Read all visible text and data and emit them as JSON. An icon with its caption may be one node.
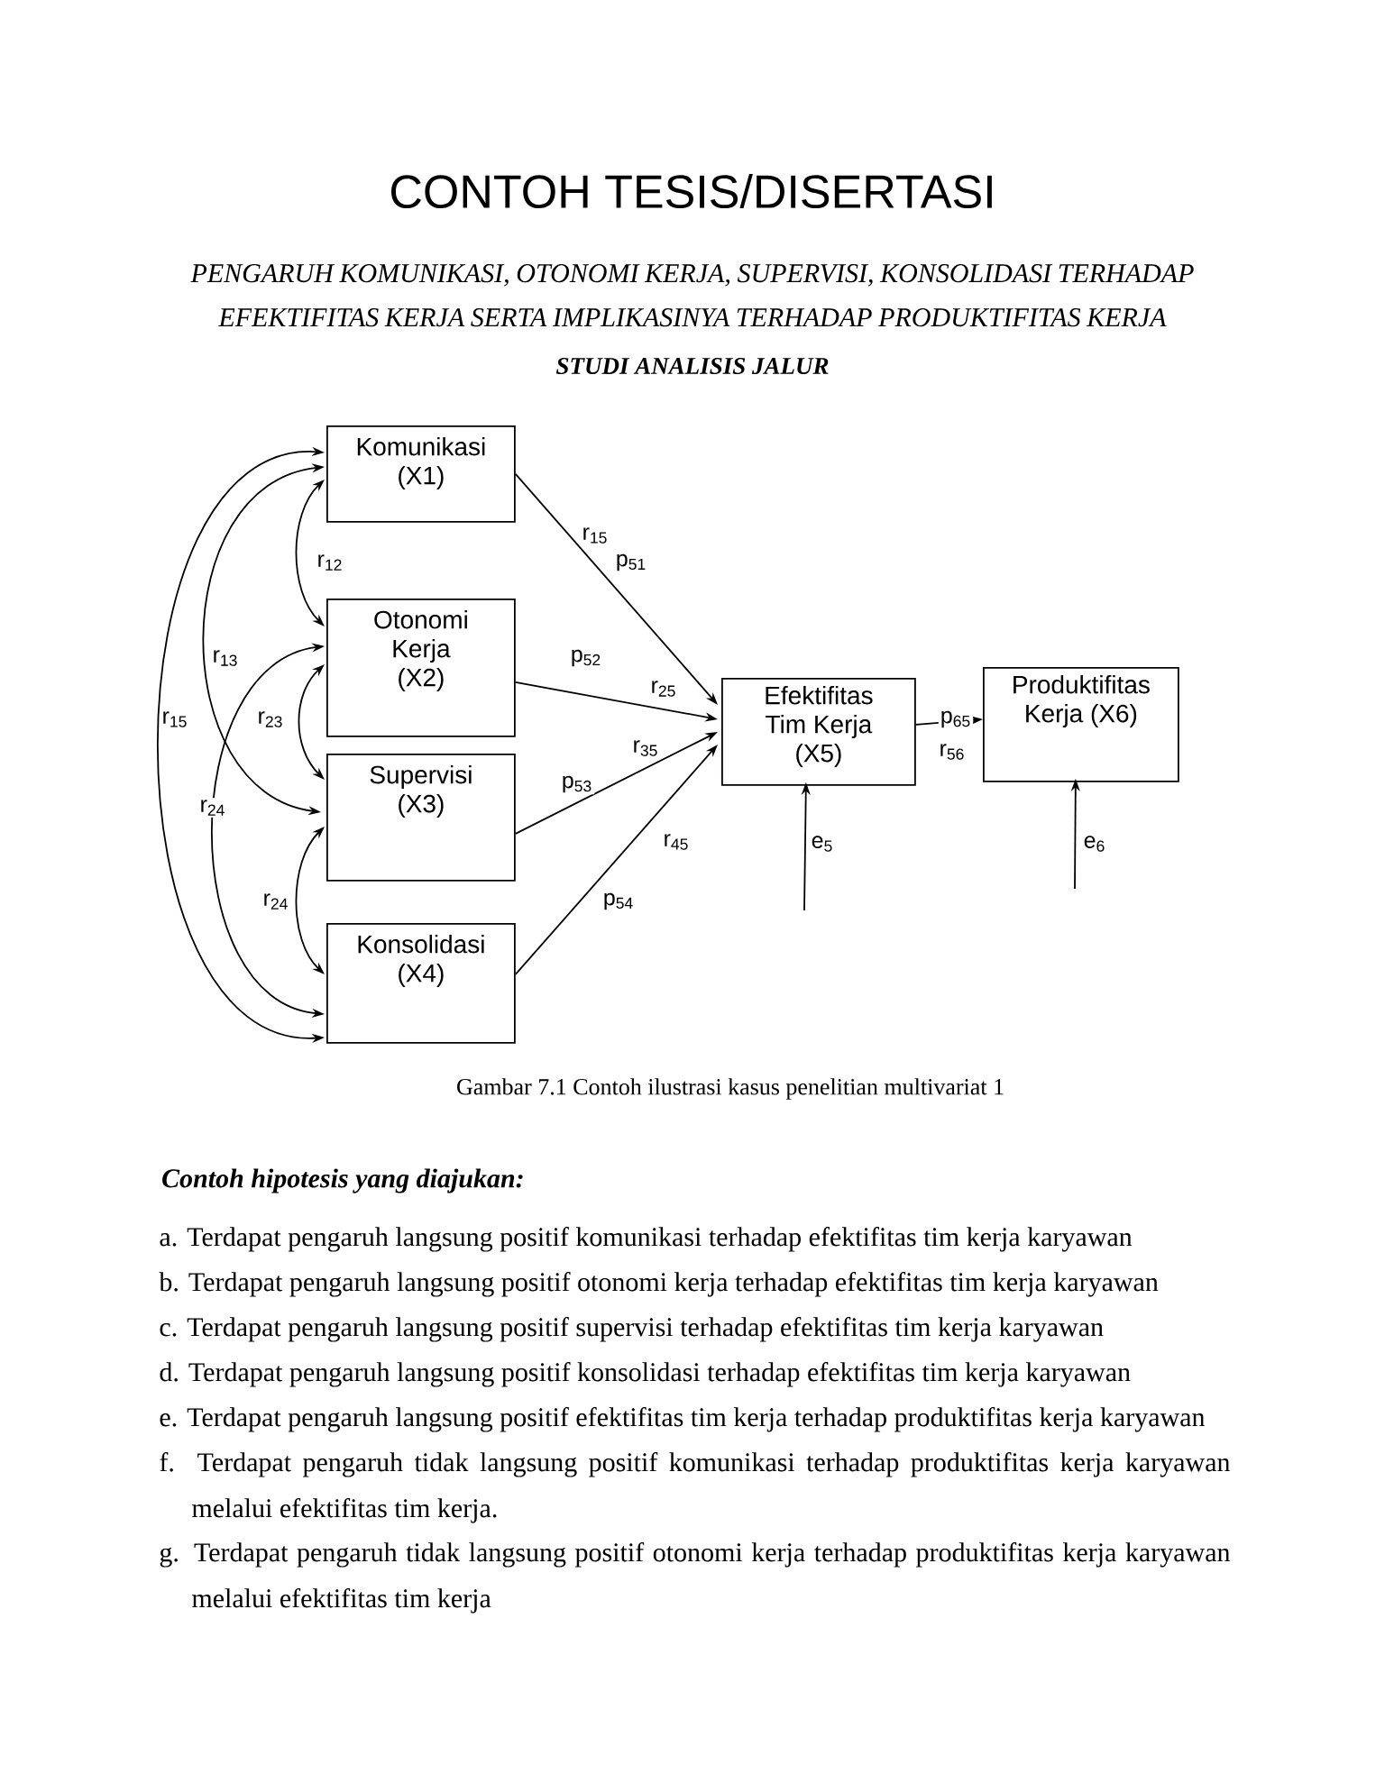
{
  "diagram": {
    "title": "CONTOH TESIS/DISERTASI",
    "caption": "Gambar 7.1 Contoh ilustrasi kasus penelitian multivariat 1",
    "nodes": [
      {
        "text": [
          "Komunikasi (X1)"
        ]
      },
      {
        "text": [
          "Otonomi Kerja (X2)"
        ]
      },
      {
        "text": [
          "Supervisi (X3)"
        ]
      },
      {
        "text": [
          "Konsolidasi (X4)"
        ]
      },
      {
        "text": [
          "Efektifitas Tim Kerja (X5)"
        ]
      },
      {
        "text": [
          "Produktifitas Kerja (X6)"
        ]
      }
    ],
    "edges": [
      {
        "from": 0,
        "to": 4,
        "arrow": "to",
        "label": "p$_{51}$"
      },
      {
        "from": 1,
        "to": 4,
        "arrow": "to",
        "label": "p$_{52}$"
      },
      {
        "from": 2,
        "to": 4,
        "arrow": "to",
        "label": "p$_{53}$"
      },
      {
        "from": 3,
        "to": 4,
        "arrow": "to",
        "label": "p$_{54}$"
      },
      {
        "from": 4,
        "to": 5,
        "arrow": "to",
        "label": "p$_{65}$"
      },
      {
        "from": null,
        "to": 4,
        "arrow": "to",
        "label": "e$_{5}$"
      },
      {
        "from": null,
        "to": 5,
        "arrow": "to",
        "label": "e$_{6}$"
      },
      {
        "from": 0,
        "to": 1,
        "arrow": "both"
      },
      {
        "from": 1,
        "to": 2,
        "arrow": "both"
      },
      {
        "from": 2,
        "to": 3,
        "arrow": "both"
      },
      {
        "from": 0,
        "to": 2,
        "arrow": "both"
      },
      {
        "from": 1,
        "to": 3,
        "arrow": "both"
      },
      {
        "from": 0,
        "to": 3,
        "arrow": "both"
      }
    ],
    "labels": [
      "PENGARUH KOMUNIKASI, OTONOMI KERJA, SUPERVISI, KONSOLIDASI TERHADAP EFEKTIFITAS KERJA SERTA IMPLIKASINYA TERHADAP PRODUKTIFITAS KERJA",
      "STUDI ANALISIS JALUR",
      "r$_{15}$",
      "r$_{12}$",
      "r$_{13}$",
      "r$_{25}$",
      "r$_{15}$",
      "r$_{23}$",
      "r$_{35}$",
      "r$_{24}$",
      "r$_{45}$",
      "r$_{24}$",
      "r$_{56}$",
      "Contoh hipotesis yang diajukan:",
      "a. Terdapat pengaruh langsung positif komunikasi terhadap efektifitas tim kerja karyawan",
      "b. Terdapat pengaruh langsung positif otonomi kerja terhadap efektifitas tim kerja karyawan",
      "c. Terdapat pengaruh langsung positif supervisi terhadap efektifitas tim kerja karyawan",
      "d. Terdapat pengaruh langsung positif konsolidasi terhadap efektifitas tim kerja karyawan",
      "e. Terdapat pengaruh langsung positif efektifitas tim kerja terhadap produktifitas kerja karyawan",
      "f. Terdapat pengaruh tidak langsung positif komunikasi terhadap produktifitas kerja karyawan melalui efektifitas tim kerja.",
      "g. Terdapat pengaruh tidak langsung positif otonomi kerja terhadap produktifitas kerja karyawan melalui efektifitas tim kerja"
    ]
  }
}
